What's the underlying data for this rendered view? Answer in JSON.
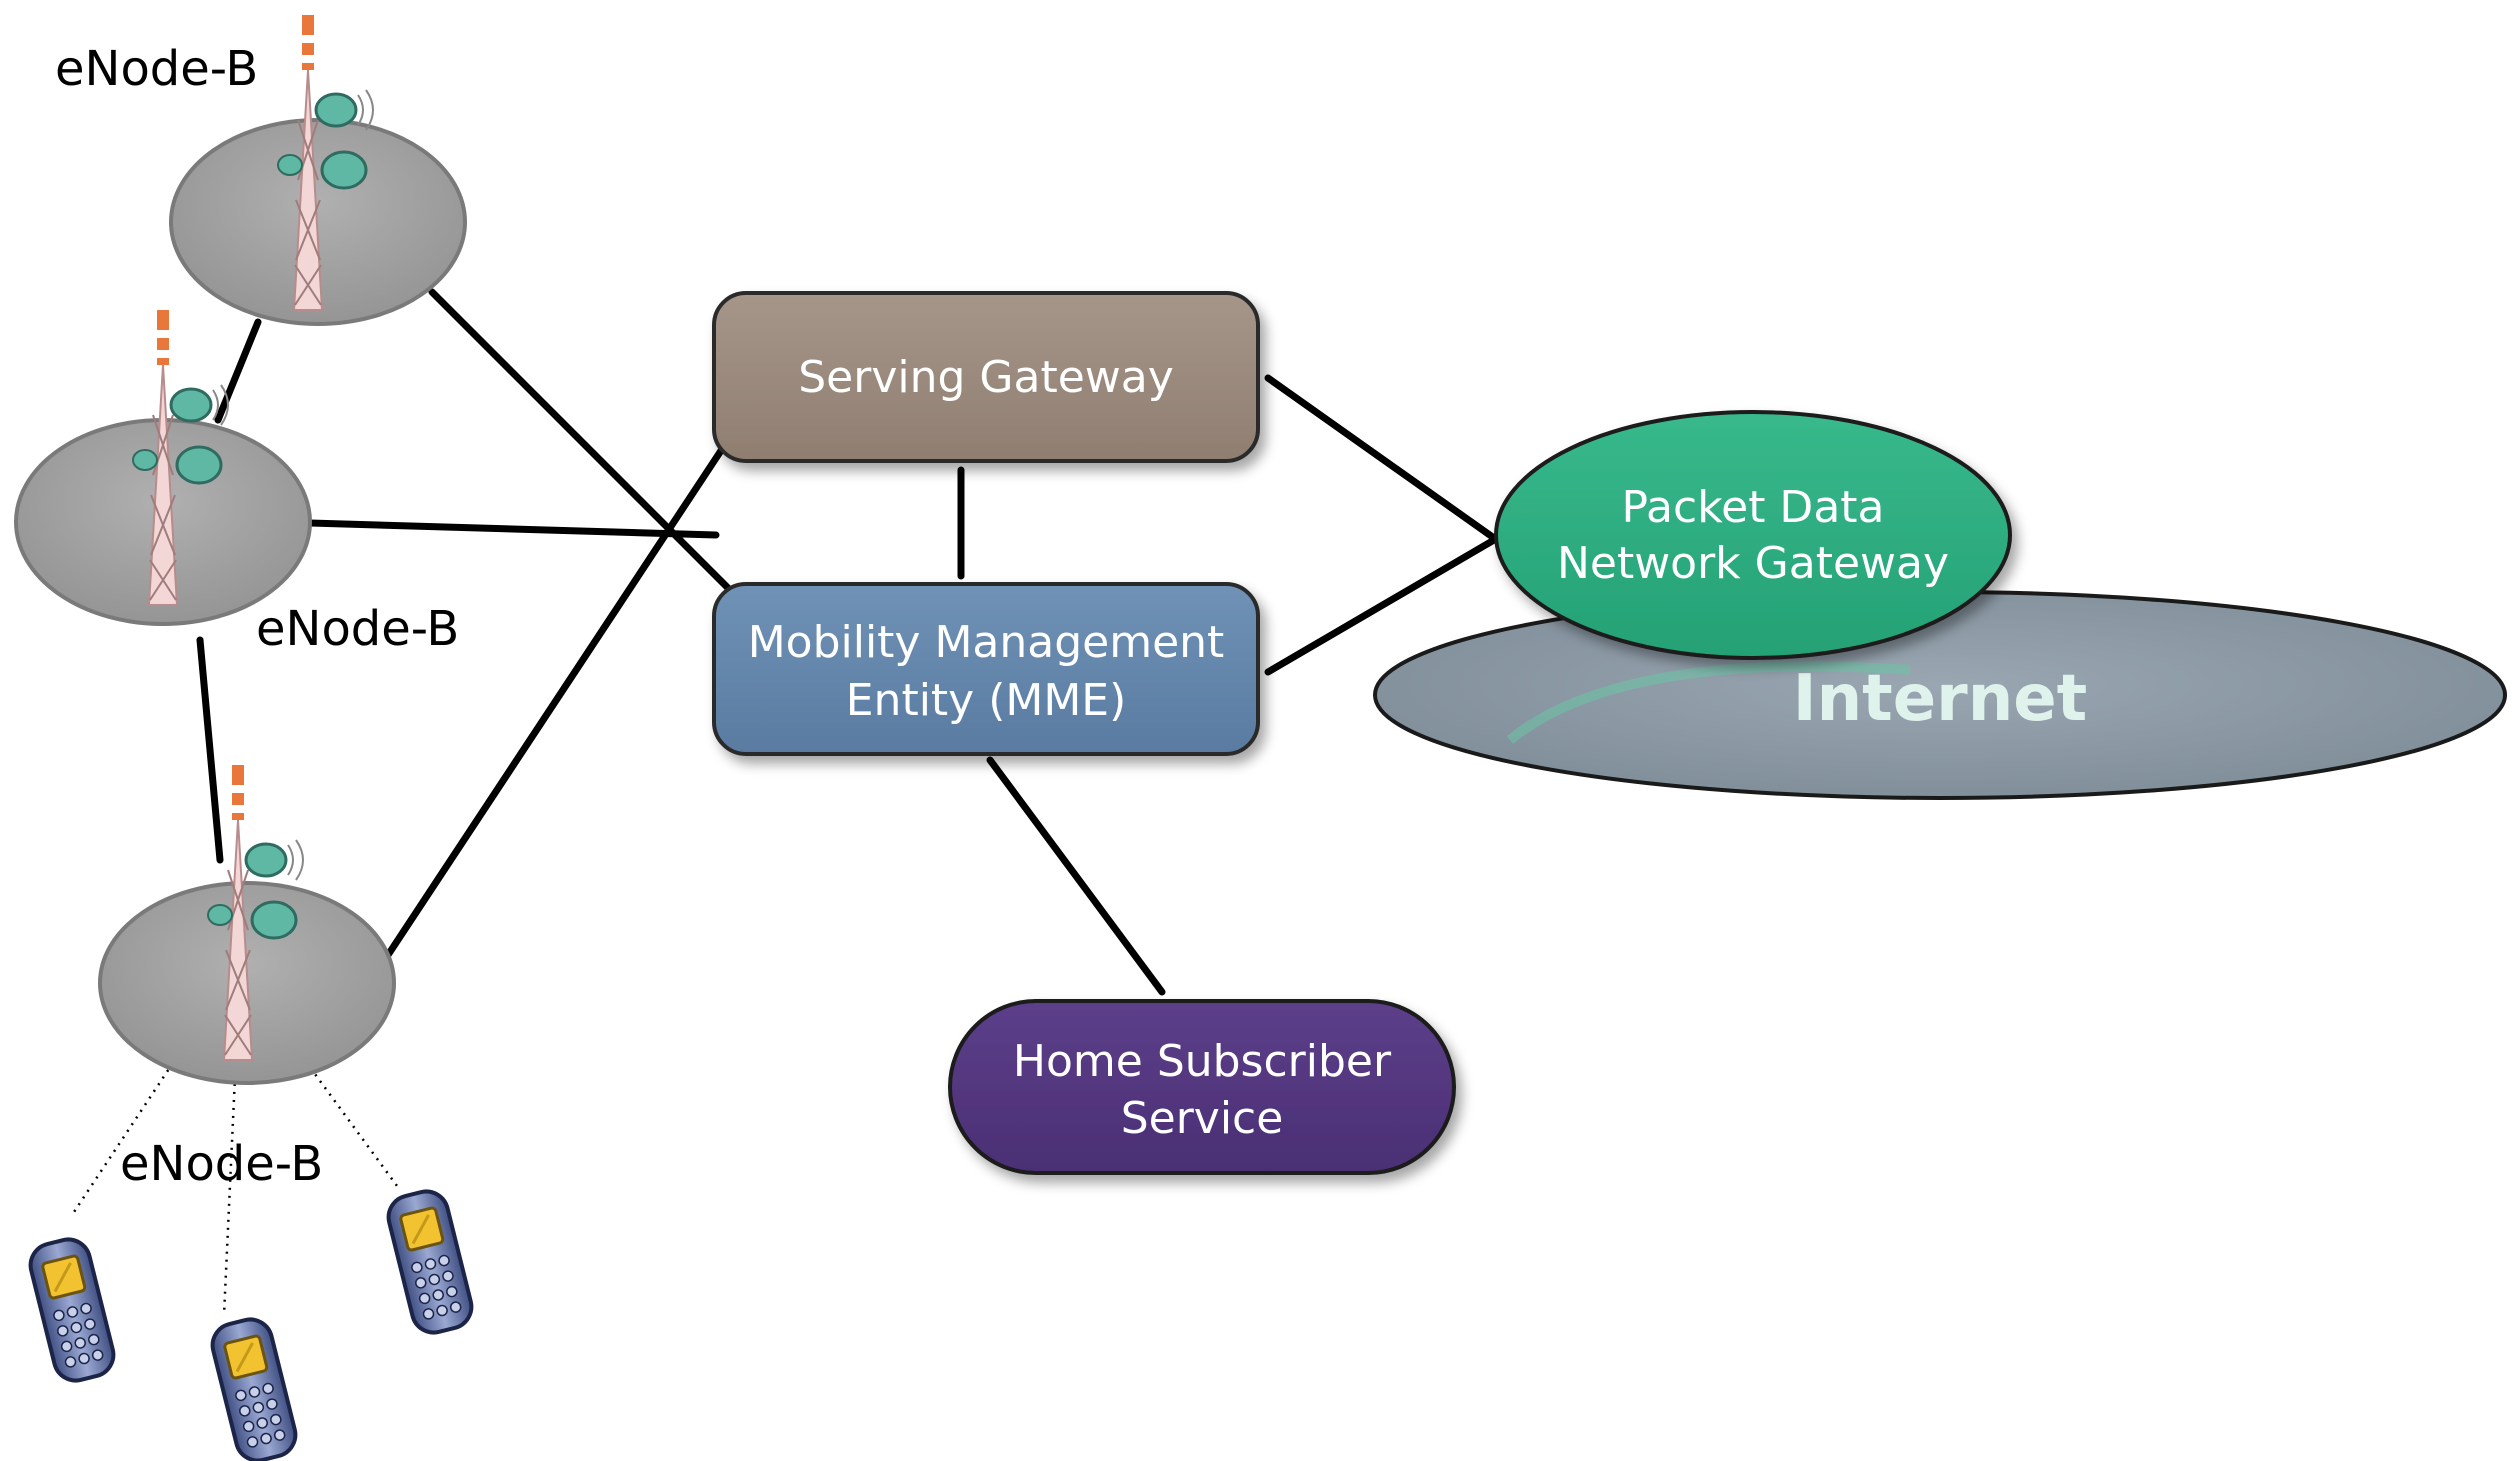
{
  "enodeb_labels": [
    "eNode-B",
    "eNode-B",
    "eNode-B"
  ],
  "serving_gateway": {
    "label": "Serving Gateway",
    "color": "#9b8a7b"
  },
  "mme": {
    "line1": "Mobility Management",
    "line2": "Entity (MME)",
    "color": "#6587ad"
  },
  "pdn_gateway": {
    "line1": "Packet Data",
    "line2": "Network Gateway",
    "color": "#2fae82"
  },
  "internet": {
    "label": "Internet",
    "color": "#8c9aa6"
  },
  "hss": {
    "line1": "Home Subscriber",
    "line2": "Service",
    "color": "#54377f"
  },
  "cell_color": "#a3a3a3",
  "icons": {
    "tower": "cell-tower-icon",
    "phone": "mobile-phone-icon"
  }
}
